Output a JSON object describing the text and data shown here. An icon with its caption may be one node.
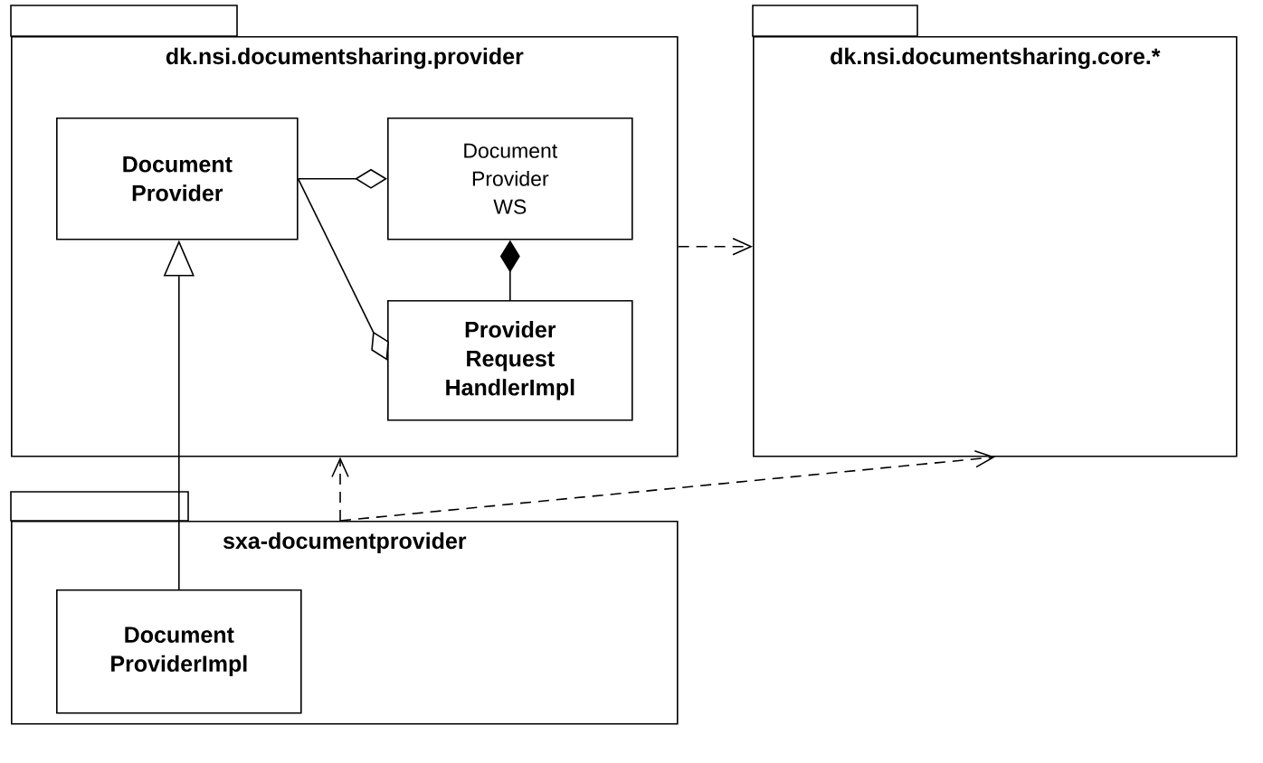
{
  "diagram": {
    "nodes": [
      {
        "text": [
          "dk.nsi.documentsharing.provider"
        ]
      },
      {
        "text": [
          "Document Provider"
        ],
        "in": 0
      },
      {
        "text": [
          "Document Provider WS"
        ],
        "in": 0
      },
      {
        "text": [
          "Provider Request HandlerImpl"
        ],
        "in": 0
      },
      {
        "text": [
          "dk.nsi.documentsharing.core.*"
        ]
      },
      {
        "text": [
          "sxa-documentprovider"
        ]
      },
      {
        "text": [
          "Document ProviderImpl"
        ],
        "in": 5
      }
    ],
    "edges": [
      {
        "from": 1,
        "to": 2,
        "arrow": "other"
      },
      {
        "from": 1,
        "to": 3,
        "arrow": "other"
      },
      {
        "from": 3,
        "to": 2,
        "arrow": "other"
      },
      {
        "from": 6,
        "to": 1,
        "arrow": "to"
      },
      {
        "from": 0,
        "to": 4,
        "arrow": "to",
        "style": "dashed"
      },
      {
        "from": 5,
        "to": 0,
        "arrow": "to",
        "style": "dashed"
      },
      {
        "from": 5,
        "to": 4,
        "arrow": "to",
        "style": "dashed"
      }
    ]
  }
}
